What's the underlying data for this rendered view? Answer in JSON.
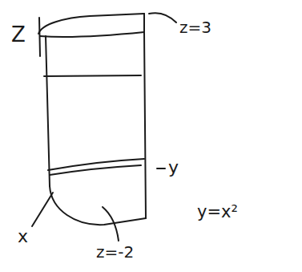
{
  "diagram": {
    "labels": [
      "Z",
      "z=3",
      "y",
      "x",
      "y=x²",
      "z=-2"
    ]
  }
}
